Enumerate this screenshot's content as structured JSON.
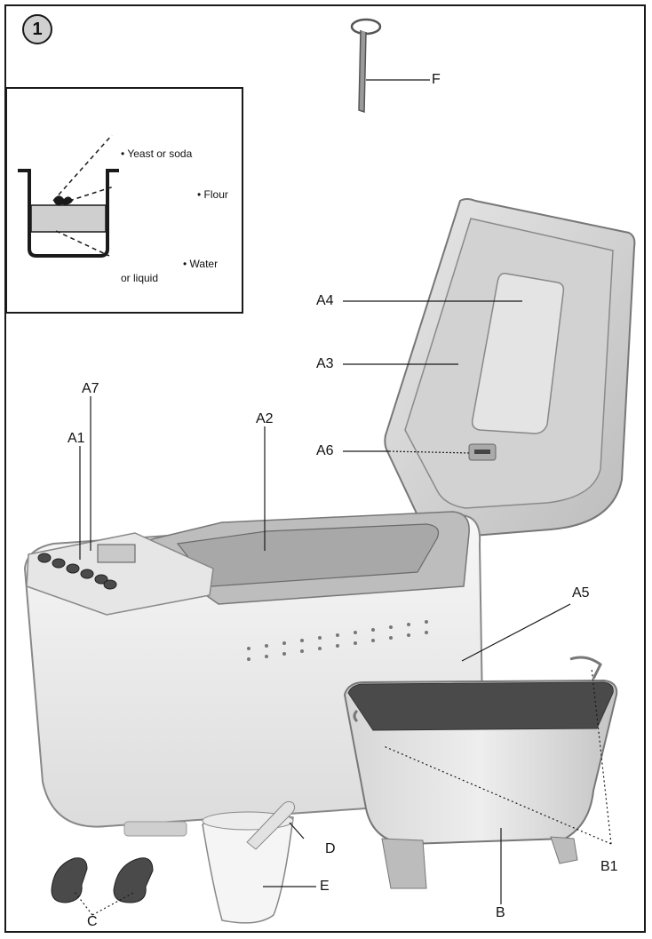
{
  "figure_number": "1",
  "inset": {
    "yeast": "• Yeast or soda",
    "flour": "• Flour",
    "water": "• Water",
    "liquid": "or liquid"
  },
  "labels": {
    "F": "F",
    "A4": "A4",
    "A3": "A3",
    "A7": "A7",
    "A2": "A2",
    "A1": "A1",
    "A6": "A6",
    "A5": "A5",
    "D": "D",
    "B1": "B1",
    "E": "E",
    "C": "C",
    "B": "B"
  },
  "colors": {
    "line": "#1a1a1a",
    "body": "#f1f1f1",
    "metal": "#c8c8c8",
    "dark": "#4a4a4a",
    "panel": "#bdbdbd"
  }
}
